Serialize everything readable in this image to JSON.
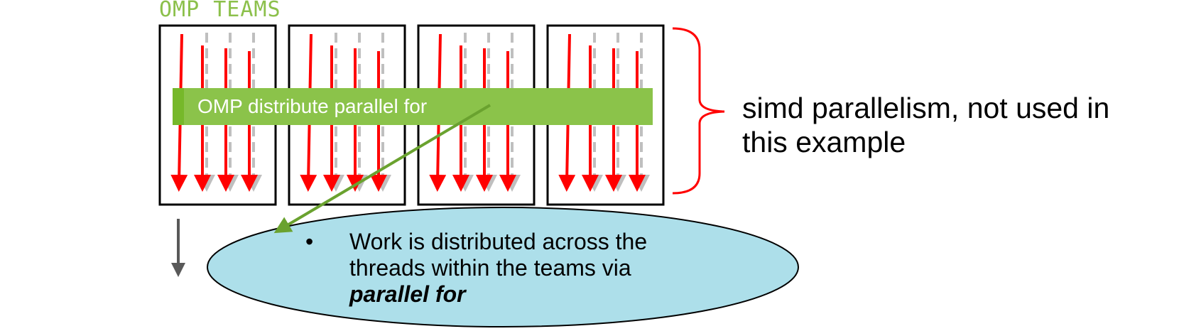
{
  "teams_label": "OMP TEAMS",
  "distribute_bar": {
    "label": "OMP distribute parallel for"
  },
  "simd_note": {
    "line1": "simd parallelism, not used in",
    "line2": "this example"
  },
  "callout": {
    "bullet": "•",
    "line1": "Work is distributed across the",
    "line2": "threads within the teams via",
    "line3": "parallel for"
  },
  "colors": {
    "team_border": "#000000",
    "thread_arrow": "#ff0000",
    "simd_arrow": "#bfbfbf",
    "bar": "#8bc34a",
    "bar_accent": "#76b82a",
    "teams_label": "#8cc04b",
    "brace": "#ff0000",
    "ellipse_fill": "#addfea",
    "pointer_arrow": "#6aa22f",
    "time_arrow": "#595959"
  },
  "team_count": 4,
  "threads_per_team": 4
}
